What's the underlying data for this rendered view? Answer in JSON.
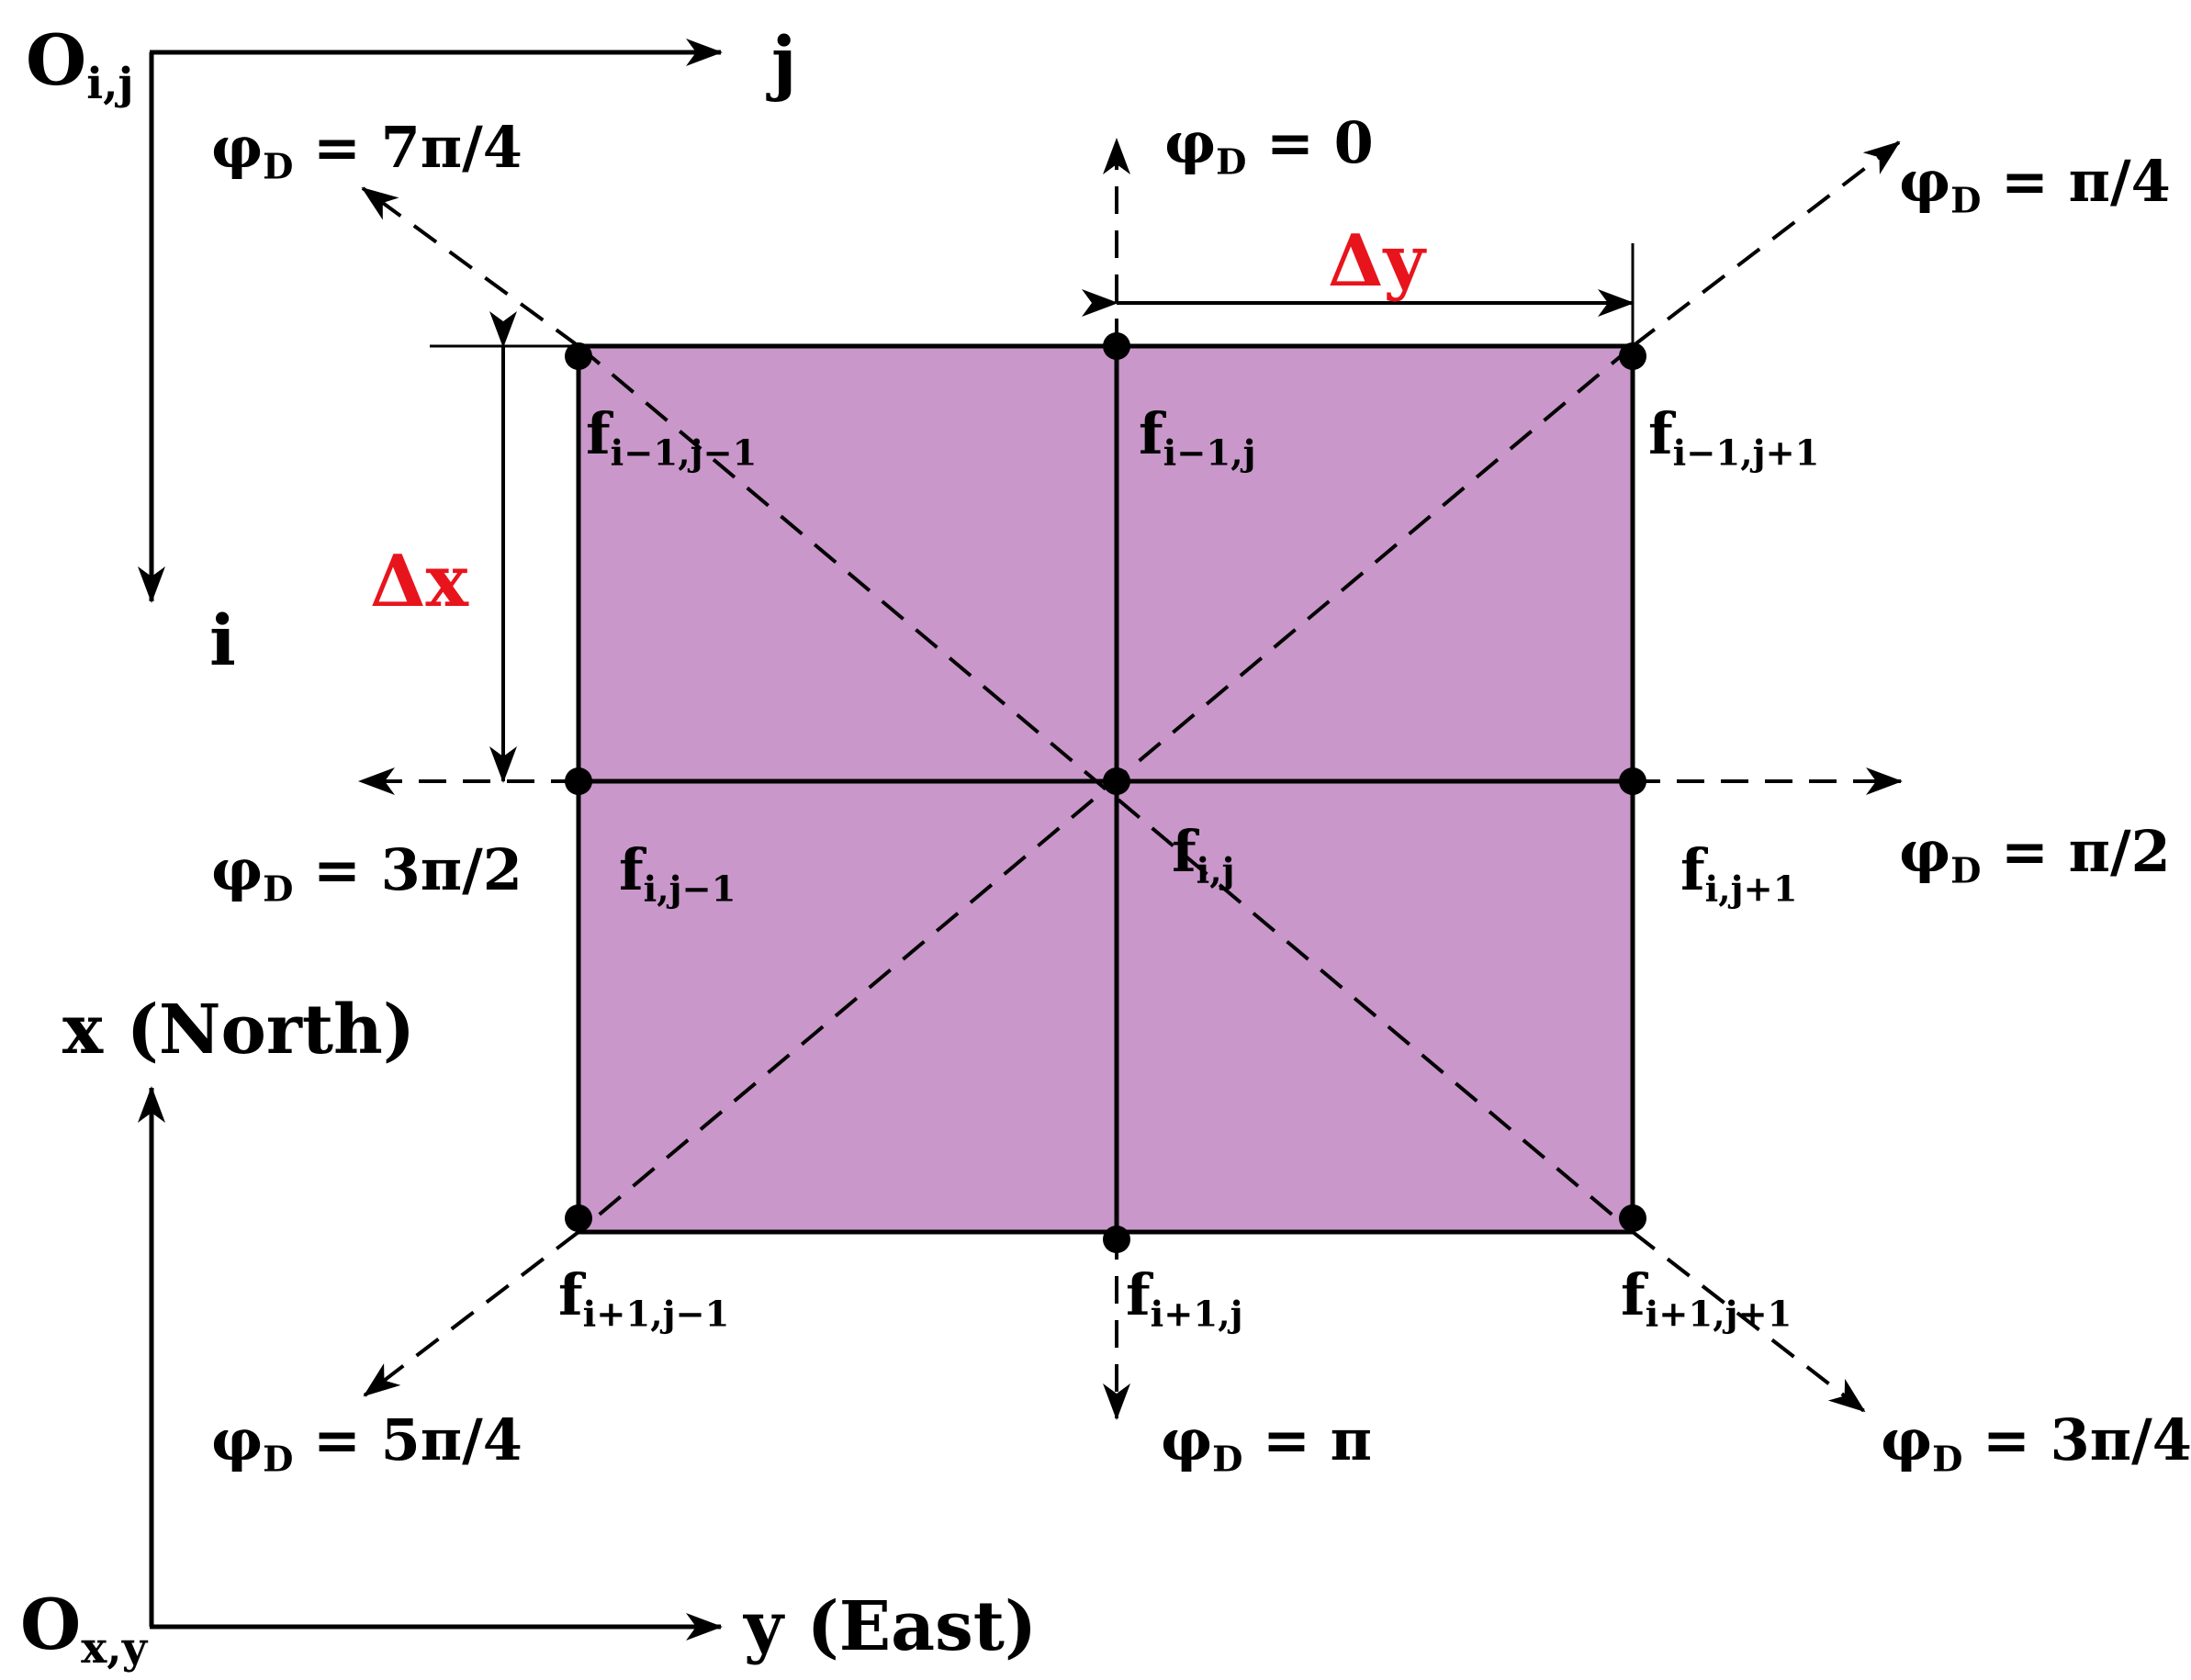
{
  "colors": {
    "cell_fill": "#c997ca",
    "line": "#000000",
    "delta": "#e8141c"
  },
  "index_axes": {
    "origin": {
      "base": "O",
      "sub": "i,j"
    },
    "col_axis": "j",
    "row_axis": "i"
  },
  "geo_axes": {
    "origin": {
      "base": "O",
      "sub": "x,y"
    },
    "north_axis": "x (North)",
    "east_axis": "y (East)"
  },
  "spacing": {
    "dx": "Δx",
    "dy": "Δy"
  },
  "nodes": {
    "nw": {
      "base": "f",
      "sub": "i−1,j−1"
    },
    "n": {
      "base": "f",
      "sub": "i−1,j"
    },
    "ne": {
      "base": "f",
      "sub": "i−1,j+1"
    },
    "w": {
      "base": "f",
      "sub": "i,j−1"
    },
    "c": {
      "base": "f",
      "sub": "i,j"
    },
    "e": {
      "base": "f",
      "sub": "i,j+1"
    },
    "sw": {
      "base": "f",
      "sub": "i+1,j−1"
    },
    "s": {
      "base": "f",
      "sub": "i+1,j"
    },
    "se": {
      "base": "f",
      "sub": "i+1,j+1"
    }
  },
  "directions": {
    "n": {
      "base": "φ",
      "sub": "D",
      "value": "= 0"
    },
    "ne": {
      "base": "φ",
      "sub": "D",
      "value": "= π/4"
    },
    "e": {
      "base": "φ",
      "sub": "D",
      "value": "= π/2"
    },
    "se": {
      "base": "φ",
      "sub": "D",
      "value": "= 3π/4"
    },
    "s": {
      "base": "φ",
      "sub": "D",
      "value": "= π"
    },
    "sw": {
      "base": "φ",
      "sub": "D",
      "value": "= 5π/4"
    },
    "w": {
      "base": "φ",
      "sub": "D",
      "value": "= 3π/2"
    },
    "nw": {
      "base": "φ",
      "sub": "D",
      "value": "= 7π/4"
    }
  }
}
